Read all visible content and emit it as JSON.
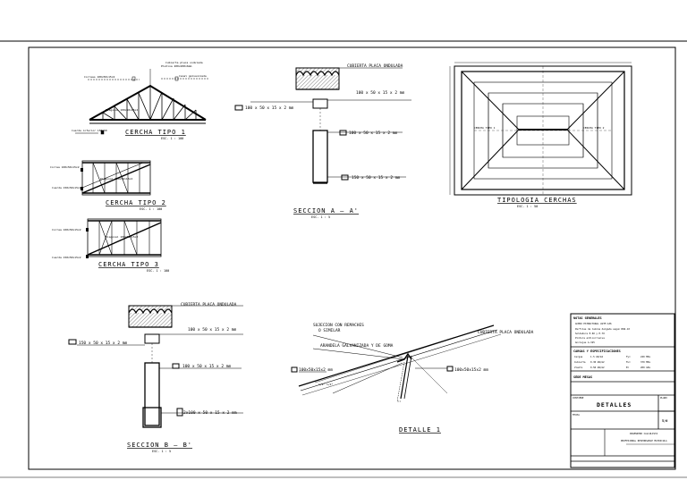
{
  "sheet": {
    "border_color": "#000000",
    "background": "#ffffff"
  },
  "drawings": {
    "cercha1": {
      "title": "CERCHA  TIPO  1",
      "scale": "ESC. 1 : 100",
      "labels": [
        "Cubierta placa ondulada",
        "Canal galvanizada",
        "Correas 100x50x15x2",
        "Diagonal 100x50x15x2",
        "Cuerda inferior 150x50",
        "Platina 200x200x6mm"
      ]
    },
    "cercha2": {
      "title": "CERCHA  TIPO  2",
      "scale": "ESC. 1 : 100",
      "labels": [
        "Correa 100x50x15x2",
        "Diagonal 100x50x15x2",
        "Cuerda 150x50x15x2"
      ]
    },
    "cercha3": {
      "title": "CERCHA  TIPO  3",
      "scale": "ESC. 1 : 100",
      "labels": [
        "Correa 100x50x15x2",
        "Diagonal 100x50x15x2",
        "Cuerda 150x50x15x2"
      ]
    },
    "seccionA": {
      "title": "SECCION  A  —  A'",
      "scale": "ESC. 1 : 5",
      "labels": [
        "CUBIERTA PLACA ONDULADA",
        "100 x 50 x 15 x 2 mm",
        "100 x 50 x 15 x 2 mm",
        "100 x 50 x 15 x 2 mm",
        "150 x 50 x 15 x 2 mm"
      ]
    },
    "tipologia": {
      "title": "TIPOLOGIA  CERCHAS",
      "scale": "ESC. 1 : 50",
      "labels": [
        "CERCHA TIPO 1",
        "CERCHA TIPO 2"
      ]
    },
    "seccionB": {
      "title": "SECCION  B  —  B'",
      "scale": "ESC. 1 : 5",
      "labels": [
        "CUBIERTA PLACA ONDULADA",
        "100 x 50 x 15 x 2 mm",
        "150 x 50 x 15 x 2 mm",
        "100 x 50 x 15 x 2 mm",
        "2x100 x 50 x 15 x 2 mm"
      ]
    },
    "detalle1": {
      "title": "DETALLE  1",
      "labels": [
        "SUJECION CON REMACHES",
        "O SIMILAR",
        "ARANDELA GALVANIZADA Y DE GOMA",
        "CUBIERTA PLACA ONDULADA",
        "100x50x15x2 mm",
        "100x50x15x2 mm",
        "1/2\" 1/2\""
      ]
    }
  },
  "title_block": {
    "heading": "NOTAS GENERALES",
    "notes": [
      "ACERO ESTRUCTURAL ASTM A36",
      "Perfiles de lamina delgada segun NSR-10",
      "Soldadura E-60 y E-70",
      "Pintura anticorrosiva",
      "Anclajes A-325"
    ],
    "calc_heading": "CARGAS Y ESPECIFICACIONES",
    "calc_rows": [
      [
        "Cargas",
        "1.5 kN/m2",
        "Fy=",
        "240 MPa"
      ],
      [
        "Cubierta",
        "0.30 kN/m2",
        "Fu=",
        "370 MPa"
      ],
      [
        "Viento",
        "0.50 kN/m2",
        "E=",
        "200 GPa"
      ]
    ],
    "project": "SEDE MESAS",
    "sheet_name": "DETALLES",
    "sheet_label": "CONTIENE",
    "plano_label": "PLANO",
    "plano_num": "5/6",
    "designer": "INGENIERO CALCULISTA",
    "firm": "PROFESIONAL RESPONSABLE MATRICULA",
    "approval": "FECHA"
  }
}
